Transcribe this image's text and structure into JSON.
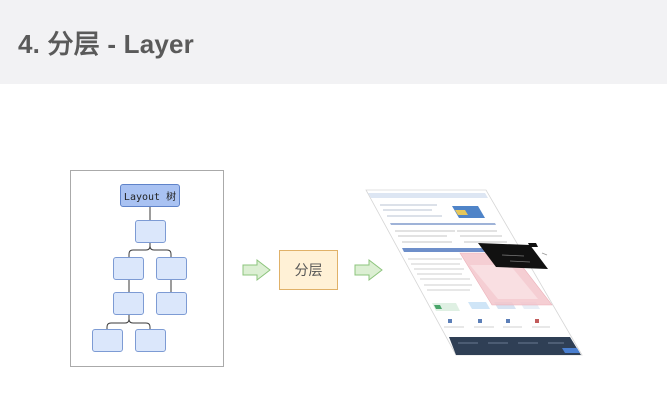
{
  "header": {
    "title": "4. 分层 - Layer"
  },
  "tree": {
    "root_label": "Layout 树"
  },
  "process": {
    "layer_label": "分层"
  },
  "colors": {
    "header_bg": "#f2f2f4",
    "node_fill": "#dbe7fb",
    "node_border": "#7d9bd4",
    "root_fill": "#a9c2f2",
    "arrow_fill": "#dcefd3",
    "arrow_stroke": "#8cc47c",
    "layer_fill": "#fff1d6",
    "layer_border": "#e0b168"
  },
  "icons": [
    "right-arrow-icon",
    "right-arrow-icon"
  ]
}
